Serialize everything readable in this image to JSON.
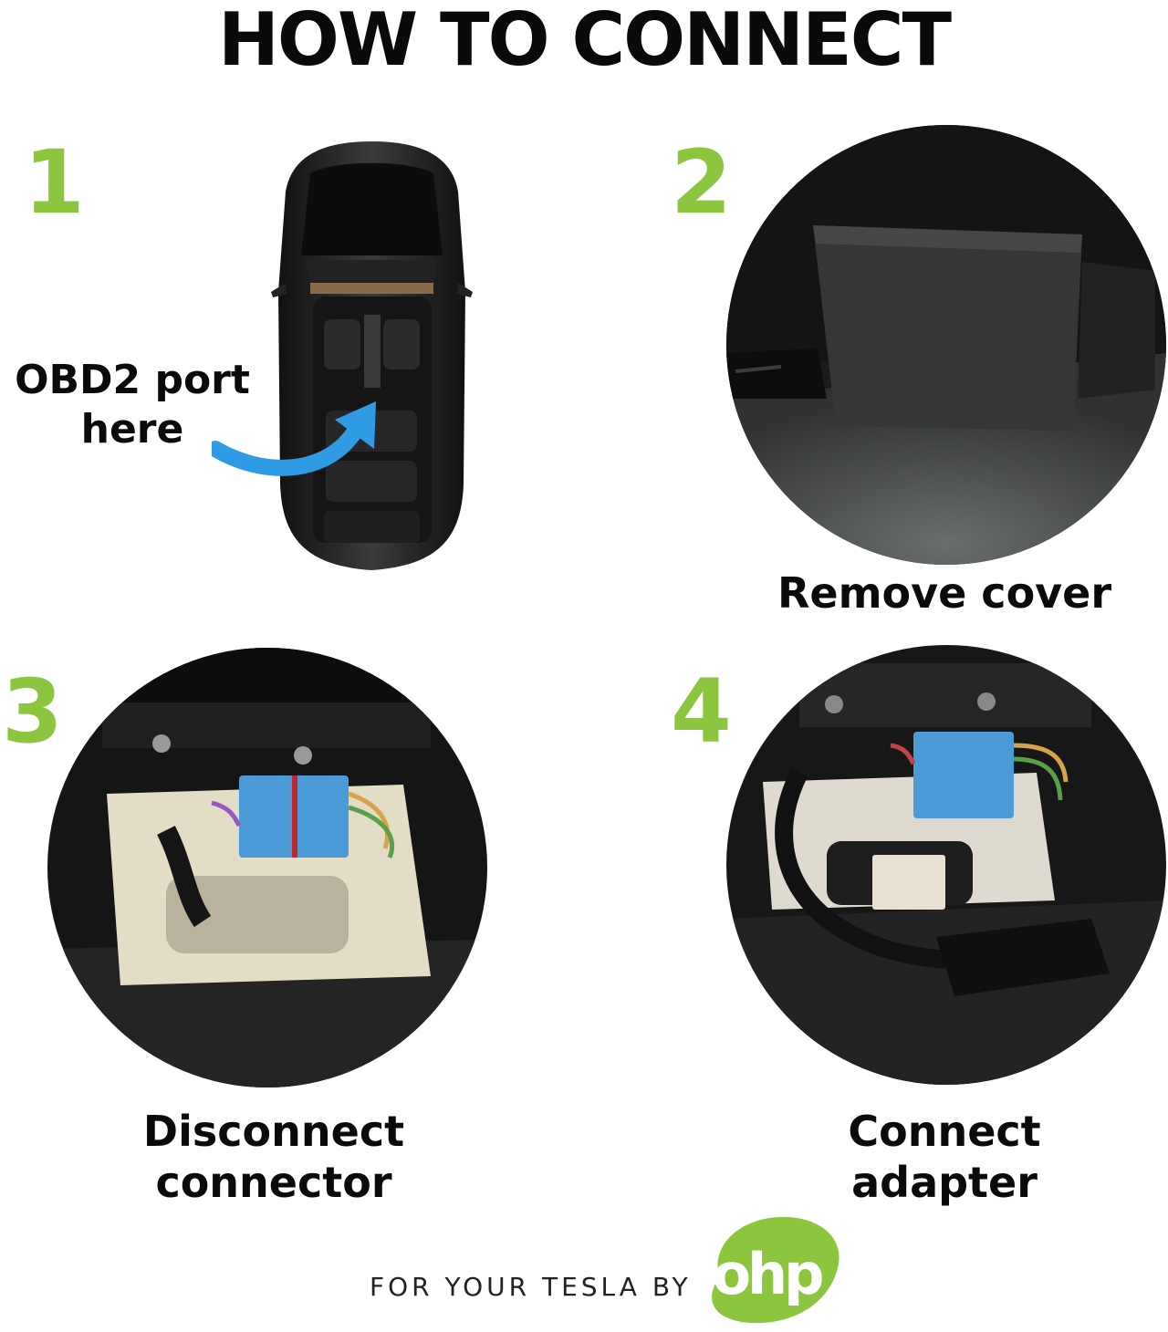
{
  "title": "HOW TO CONNECT",
  "accent_color": "#8cc63f",
  "arrow_color": "#2f9be5",
  "steps": [
    {
      "number": "1",
      "label_line1": "OBD2 port",
      "label_line2": "here"
    },
    {
      "number": "2",
      "label_line1": "Remove cover"
    },
    {
      "number": "3",
      "label_line1": "Disconnect",
      "label_line2": "connector"
    },
    {
      "number": "4",
      "label_line1": "Connect",
      "label_line2": "adapter"
    }
  ],
  "footer": {
    "text": "FOR YOUR TESLA BY",
    "logo_text": "ohp"
  },
  "icons": [
    "car-top-view-illustration",
    "curved-arrow-icon",
    "ohp-logo"
  ]
}
